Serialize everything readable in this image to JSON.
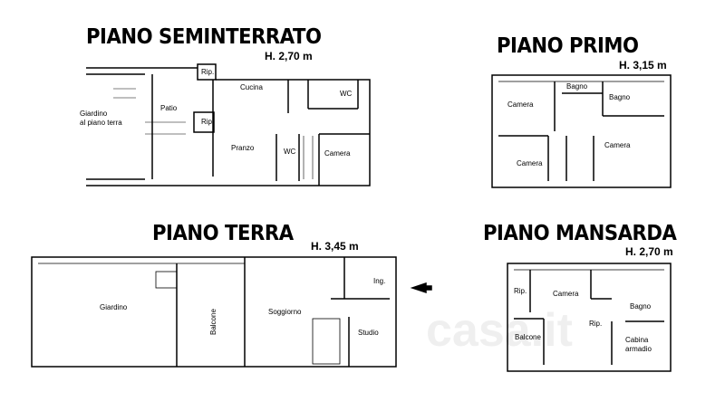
{
  "plans": {
    "seminterrato": {
      "title": "PIANO SEMINTERRATO",
      "height": "H. 2,70 m",
      "rooms": [
        "Rip.",
        "Cucina",
        "WC",
        "Giardino",
        "al piano terra",
        "Patio",
        "Rip.",
        "Pranzo",
        "WC",
        "Camera"
      ]
    },
    "primo": {
      "title": "PIANO PRIMO",
      "height": "H. 3,15 m",
      "rooms": [
        "Bagno",
        "Bagno",
        "Camera",
        "Camera",
        "Camera"
      ]
    },
    "terra": {
      "title": "PIANO TERRA",
      "height": "H. 3,45 m",
      "rooms": [
        "Giardino",
        "Balcone",
        "Soggiorno",
        "Ing.",
        "Studio"
      ]
    },
    "mansarda": {
      "title": "PIANO MANSARDA",
      "height": "H. 2,70 m",
      "rooms": [
        "Rip.",
        "Camera",
        "Bagno",
        "Rip.",
        "Balcone",
        "Cabina",
        "armadio"
      ]
    }
  },
  "watermark": "casa.it"
}
